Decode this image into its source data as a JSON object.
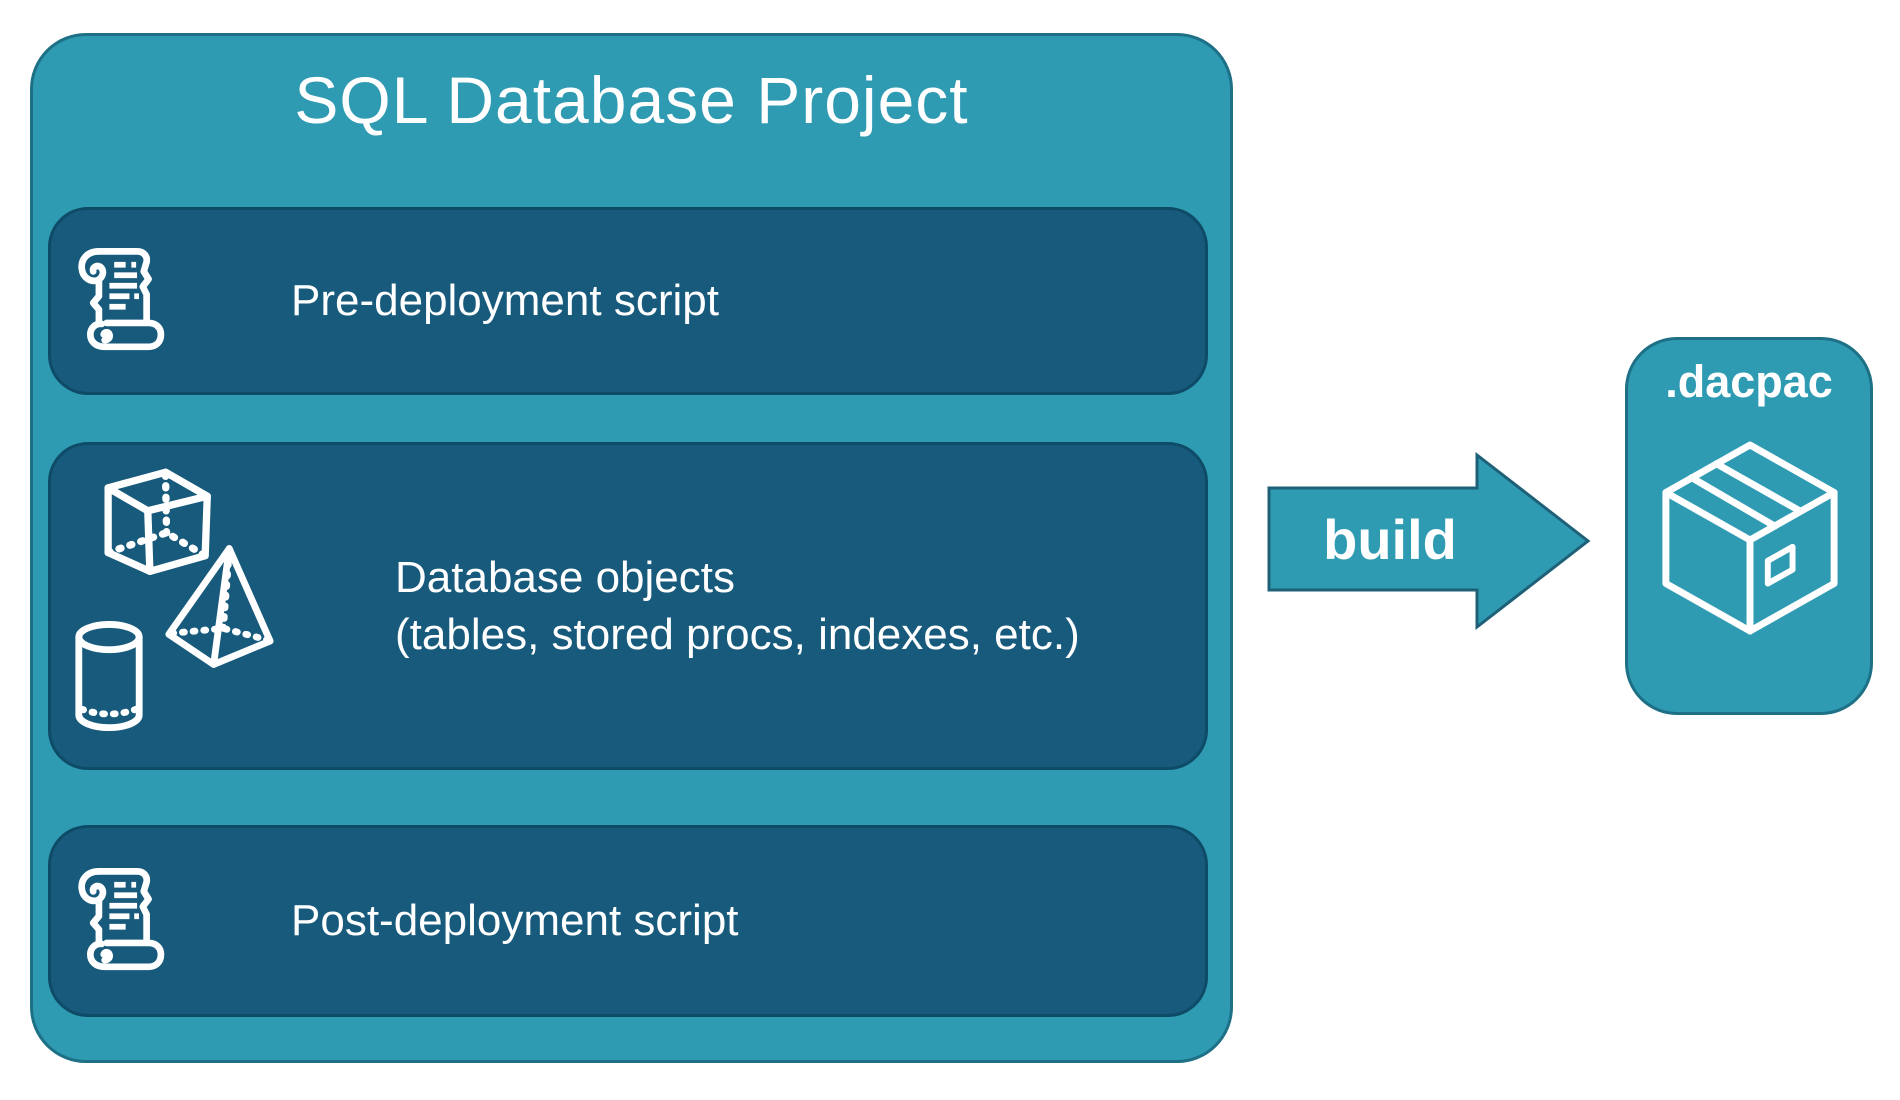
{
  "project": {
    "title": "SQL Database Project",
    "boxes": [
      {
        "label": "Pre-deployment script",
        "icon": "scroll-icon"
      },
      {
        "lines": [
          "Database objects",
          "(tables, stored procs, indexes, etc.)"
        ],
        "icons": [
          "cube-icon",
          "pyramid-icon",
          "cylinder-icon"
        ]
      },
      {
        "label": "Post-deployment script",
        "icon": "scroll-icon"
      }
    ]
  },
  "build_arrow": {
    "label": "build",
    "direction": "right"
  },
  "artifact": {
    "label": ".dacpac",
    "icon": "package-icon"
  },
  "colors": {
    "teal_fill": "#2f9bb3",
    "teal_border": "#1d7085",
    "dark_fill": "#175a7c",
    "dark_border": "#0e4b67",
    "text": "#ffffff",
    "background": "#ffffff"
  }
}
